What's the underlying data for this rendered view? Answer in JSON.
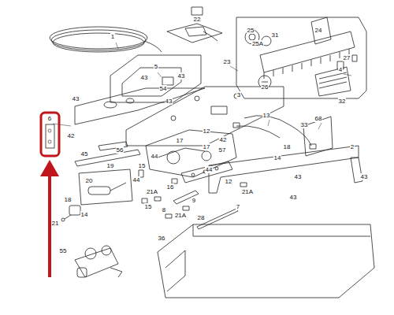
{
  "diagram": {
    "labels": [
      "1",
      "22",
      "25",
      "31",
      "24",
      "25A",
      "27",
      "4",
      "23",
      "26",
      "32",
      "33",
      "5",
      "43",
      "54",
      "43",
      "43",
      "43",
      "3",
      "6",
      "42",
      "13",
      "68",
      "12",
      "17",
      "17",
      "42",
      "57",
      "56",
      "45",
      "18",
      "14",
      "2",
      "43",
      "43",
      "19",
      "44",
      "44",
      "44",
      "15",
      "15",
      "20",
      "16",
      "21A",
      "21A",
      "21A",
      "12",
      "9",
      "43",
      "8",
      "18",
      "14",
      "21",
      "28",
      "55",
      "36",
      "7"
    ]
  }
}
